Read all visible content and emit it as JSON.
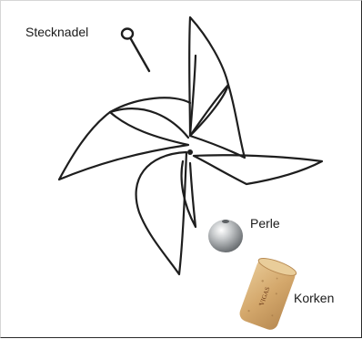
{
  "labels": {
    "pin": "Stecknadel",
    "bead": "Perle",
    "cork": "Korken"
  },
  "cork_print": "VIGAS",
  "colors": {
    "sketch_stroke": "#1e1e1e",
    "bead_metal": "#9fa3a6",
    "cork": "#d8b27a"
  }
}
